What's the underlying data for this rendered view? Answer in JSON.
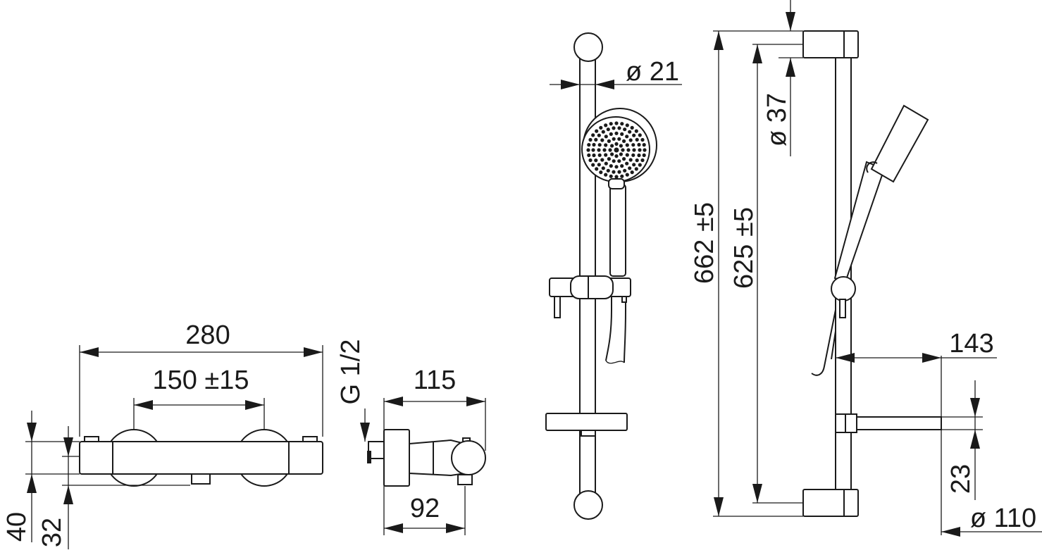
{
  "dimensions": {
    "thermostat_width": "280",
    "thermostat_centers": "150 ±15",
    "thermostat_height": "40",
    "thermostat_body": "32",
    "inlet_thread": "G 1/2",
    "depth_total": "115",
    "depth_body": "92",
    "rail_diameter": "ø 21",
    "bracket_diameter": "ø 37",
    "rail_length_total": "662 ±5",
    "rail_length_centers": "625 ±5",
    "rail_projection": "143",
    "soap_dish_height": "23",
    "handshower_diameter": "ø 110"
  }
}
